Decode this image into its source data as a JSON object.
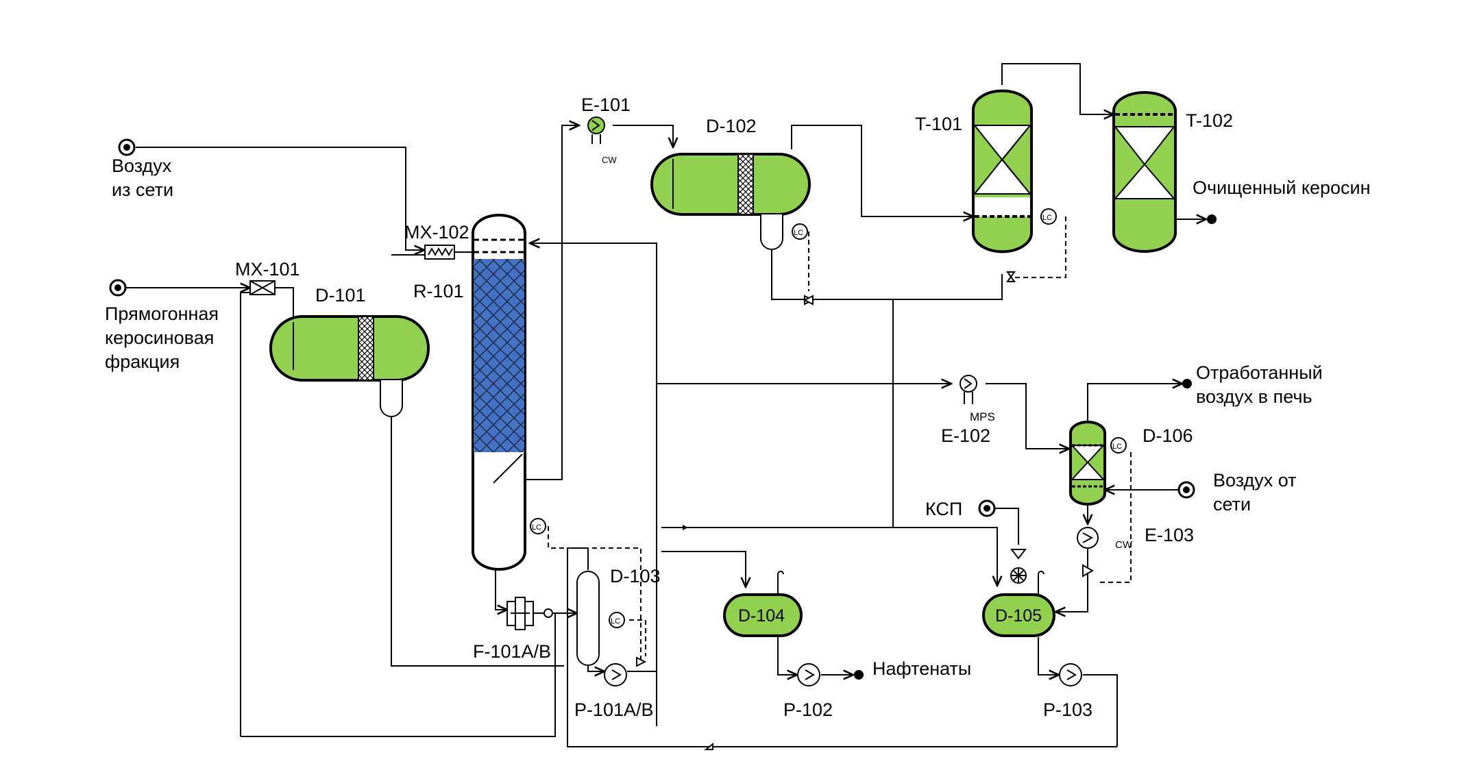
{
  "colors": {
    "vessel_fill": "#92d050",
    "reactor_packing": "#4472c4",
    "line": "#000000",
    "background": "#ffffff"
  },
  "equipment": {
    "mx101": "MX-101",
    "mx102": "MX-102",
    "d101": "D-101",
    "r101": "R-101",
    "e101": "E-101",
    "d102": "D-102",
    "t101": "T-101",
    "t102": "T-102",
    "d103": "D-103",
    "f101": "F-101A/B",
    "p101": "P-101A/B",
    "d104": "D-104",
    "p102": "P-102",
    "d105": "D-105",
    "p103": "P-103",
    "e102": "E-102",
    "d106": "D-106",
    "e103": "E-103"
  },
  "streams": {
    "air_in_1": "Воздух",
    "air_in_2": "из сети",
    "feed_1": "Прямогонная",
    "feed_2": "керосиновая",
    "feed_3": "фракция",
    "product": "Очищенный керосин",
    "spent_air_1": "Отработанный",
    "spent_air_2": "воздух в печь",
    "air_net_1": "Воздух от",
    "air_net_2": "сети",
    "ksp": "КСП",
    "naphthenates": "Нафтенаты"
  },
  "utilities": {
    "cw_e101": "CW",
    "mps": "MPS",
    "cw_e103": "CW"
  },
  "instruments": {
    "lc": "LC"
  }
}
